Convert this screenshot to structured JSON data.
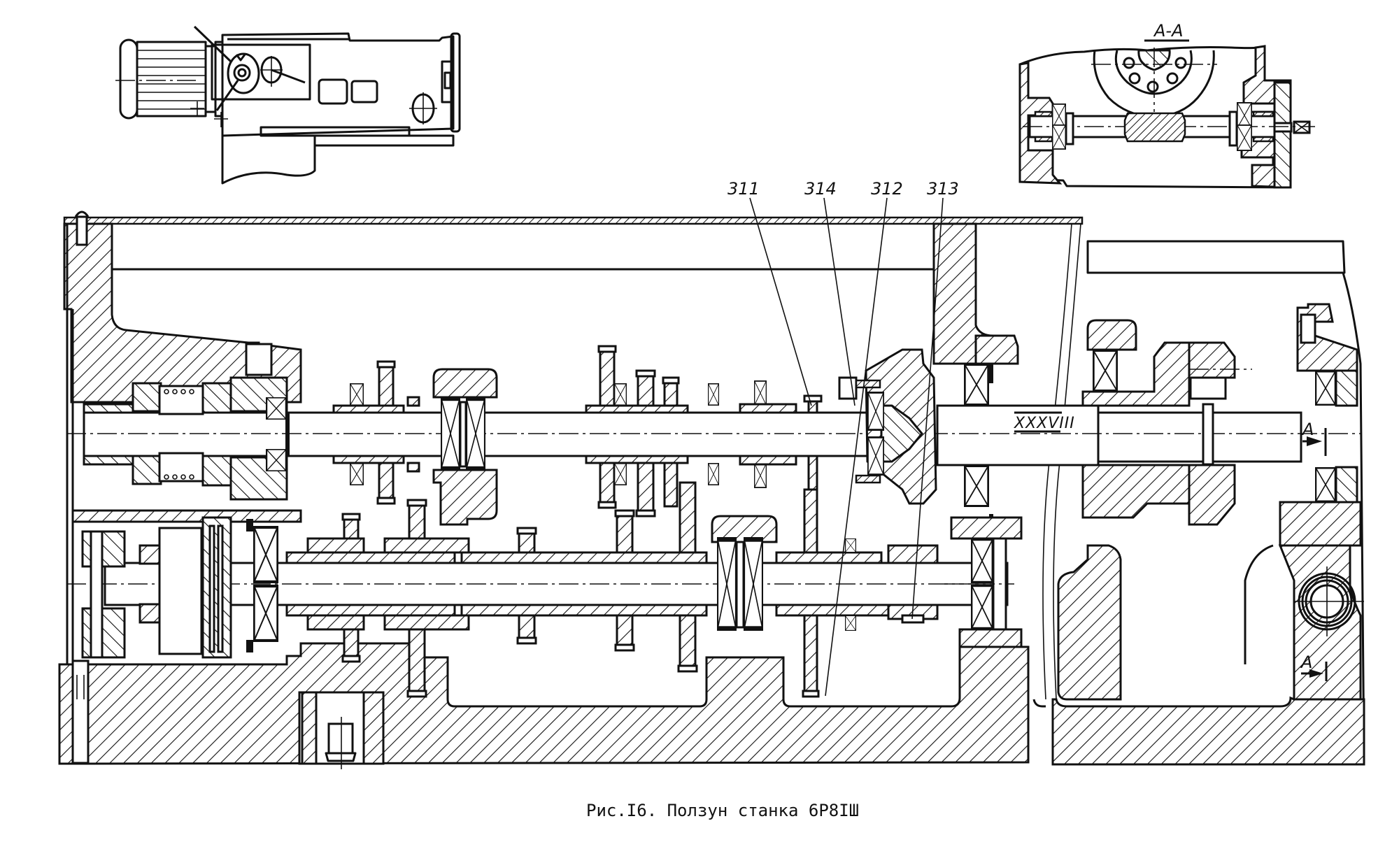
{
  "figure": {
    "caption": "Рис.І6. Ползун станка 6Р8ІШ",
    "section_title": "А-А",
    "callouts": [
      {
        "id": "311",
        "label": "311"
      },
      {
        "id": "314",
        "label": "314"
      },
      {
        "id": "312",
        "label": "312"
      },
      {
        "id": "313",
        "label": "313"
      }
    ],
    "shaft_label": "XXXVIII",
    "section_marks": [
      {
        "label": "А",
        "position": "upper-right"
      },
      {
        "label": "А",
        "position": "lower-right"
      }
    ]
  },
  "colors": {
    "ink": "#111111",
    "paper": "#ffffff"
  }
}
